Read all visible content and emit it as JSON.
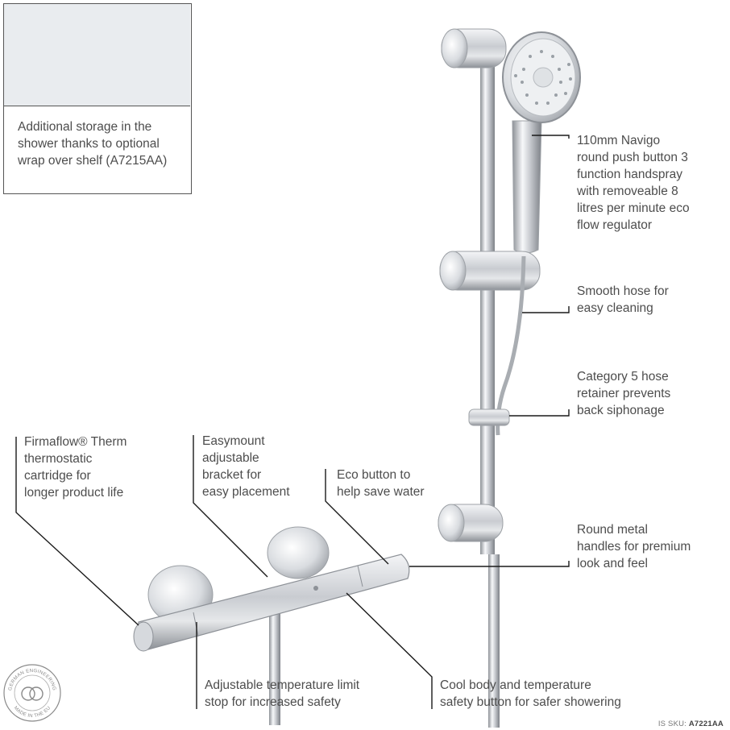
{
  "inset": {
    "caption": "Additional storage in the shower thanks to optional wrap over shelf (A7215AA)"
  },
  "callouts": {
    "handspray": "110mm Navigo\nround push button 3\nfunction handspray\nwith removeable 8\nlitres per minute eco\nflow regulator",
    "hose": "Smooth hose for\neasy cleaning",
    "retainer": "Category 5 hose\nretainer prevents\nback siphonage",
    "handles": "Round metal\nhandles for premium\nlook and feel",
    "cartridge": "Firmaflow® Therm\nthermostatic\ncartridge for\nlonger product life",
    "easymount": "Easymount\nadjustable\nbracket for\neasy placement",
    "eco": "Eco button to\nhelp save water",
    "templimit": "Adjustable temperature limit\nstop for increased safety",
    "coolbody": "Cool body and temperature\nsafety button for safer showering"
  },
  "badge": {
    "top_text": "GERMAN ENGINEERING",
    "bottom_text": "MADE IN THE EU"
  },
  "sku": {
    "label": "IS SKU:",
    "code": "A7221AA"
  },
  "colors": {
    "chrome_light": "#f4f5f7",
    "chrome_mid": "#c9ccd1",
    "chrome_dark": "#8d9197",
    "leader": "#1a1a1a",
    "text": "#4d4d4d"
  }
}
